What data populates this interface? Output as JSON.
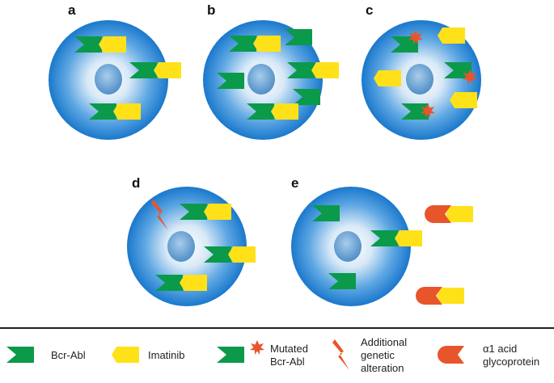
{
  "panels": {
    "a": "a",
    "b": "b",
    "c": "c",
    "d": "d",
    "e": "e"
  },
  "legend": {
    "bcr_abl": "Bcr-Abl",
    "imatinib": "Imatinib",
    "mutated_line1": "Mutated",
    "mutated_line2": "Bcr-Abl",
    "alteration_line1": "Additional",
    "alteration_line2": "genetic",
    "alteration_line3": "alteration",
    "agp_line1": "α1 acid",
    "agp_line2": "glycoprotein"
  },
  "colors": {
    "bcr_abl": "#0a9a4a",
    "imatinib": "#ffe11a",
    "mutation": "#e8552b",
    "cell_edge": "#1c7fd0",
    "cell_center": "#ffffff",
    "nucleus": "#5f9fd4"
  }
}
